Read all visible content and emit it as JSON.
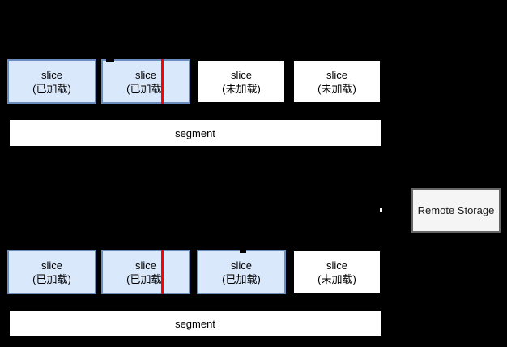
{
  "diagram": {
    "description": "segment slice lazy-loading diagram",
    "colors": {
      "background": "#000000",
      "loaded_fill": "#dae8fc",
      "loaded_border": "#6c8ebf",
      "unloaded_fill": "#ffffff",
      "unloaded_border": "#000000",
      "position_marker": "#ff0000",
      "storage_fill": "#f5f5f5",
      "storage_border": "#666666"
    },
    "top_group": {
      "slices": [
        {
          "label": "slice",
          "state": "(已加载)",
          "loaded": true
        },
        {
          "label": "slice",
          "state": "(已加载)",
          "loaded": true,
          "marker": true
        },
        {
          "label": "slice",
          "state": "(未加载)",
          "loaded": false
        },
        {
          "label": "slice",
          "state": "(未加载)",
          "loaded": false
        }
      ],
      "segment_label": "segment"
    },
    "bottom_group": {
      "slices": [
        {
          "label": "slice",
          "state": "(已加载)",
          "loaded": true
        },
        {
          "label": "slice",
          "state": "(已加载)",
          "loaded": true,
          "marker": true
        },
        {
          "label": "slice",
          "state": "(已加载)",
          "loaded": true
        },
        {
          "label": "slice",
          "state": "(未加载)",
          "loaded": false
        }
      ],
      "segment_label": "segment"
    },
    "remote_storage_label": "Remote Storage"
  }
}
